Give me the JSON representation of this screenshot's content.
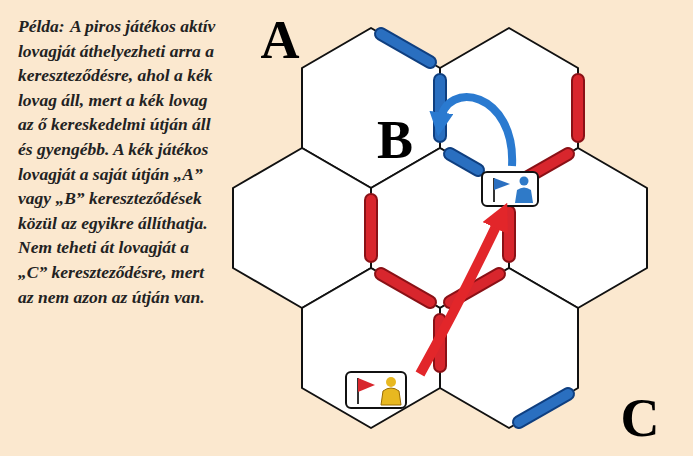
{
  "diagram": {
    "labels": [
      "Példa:",
      "A piros játékos aktív lovagját áthelyezheti arra a kereszteződésre, ahol a kék lovag áll, mert a kék lovag az ő kereskedelmi útján áll és gyengébb. A kék játékos lovagját a saját útján „A” vagy „B” kereszteződések közül az egyikre állíthatja. Nem teheti át lovagját a „C” kereszteződésre, mert az nem azon az útján van.",
      "A",
      "B",
      "C"
    ]
  }
}
